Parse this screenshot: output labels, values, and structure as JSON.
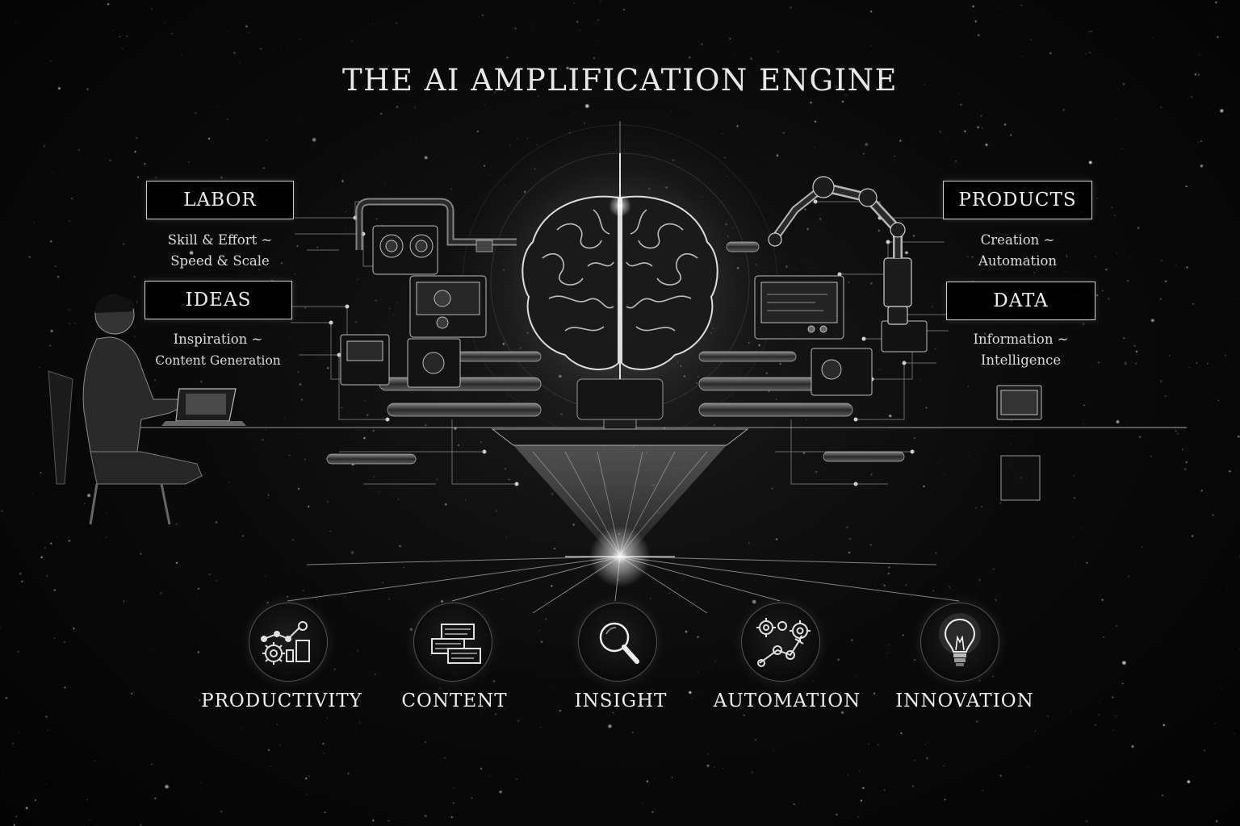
{
  "title": "THE AI AMPLIFICATION ENGINE",
  "inputs": [
    {
      "label": "LABOR",
      "line1": "Skill & Effort ~",
      "line2": "Speed & Scale"
    },
    {
      "label": "IDEAS",
      "line1": "Inspiration ~",
      "line2": "Content Generation"
    },
    {
      "label": "PRODUCTS",
      "line1": "Creation ~",
      "line2": "Automation"
    },
    {
      "label": "DATA",
      "line1": "Information ~",
      "line2": "Intelligence"
    }
  ],
  "outcomes": [
    {
      "label": "PRODUCTIVITY",
      "icon": "productivity-gear-chart-icon"
    },
    {
      "label": "CONTENT",
      "icon": "content-documents-icon"
    },
    {
      "label": "INSIGHT",
      "icon": "magnifying-glass-icon"
    },
    {
      "label": "AUTOMATION",
      "icon": "gears-robotic-arm-icon"
    },
    {
      "label": "INNOVATION",
      "icon": "lightbulb-icon"
    }
  ],
  "icons": {
    "center": "brain-icon",
    "person": "person-at-laptop-icon",
    "arm": "robotic-arm-icon"
  }
}
